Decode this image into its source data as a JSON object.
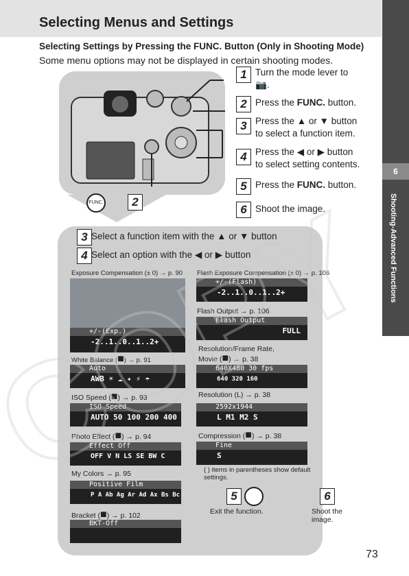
{
  "header": {
    "title": "Selecting Menus and Settings"
  },
  "sidebar": {
    "chapter_number": "6",
    "chapter_label": "Shooting-Advanced Functions"
  },
  "section": {
    "subtitle": "Selecting Settings by Pressing the FUNC. Button (Only in Shooting Mode)",
    "intro": "Some menu options may not be displayed in certain shooting modes."
  },
  "steps": [
    {
      "num": "1",
      "text": "Turn the mode lever to",
      "text2": "."
    },
    {
      "num": "2",
      "text": "Press the ",
      "bold": "FUNC.",
      "text2": " button."
    },
    {
      "num": "3",
      "text": "Press the ▲ or ▼ button",
      "text2": "to select a function item."
    },
    {
      "num": "4",
      "text": "Press the ◀ or ▶ button",
      "text2": "to select setting contents."
    },
    {
      "num": "5",
      "text": "Press the ",
      "bold": "FUNC.",
      "text2": " button."
    },
    {
      "num": "6",
      "text": "Shoot the image."
    }
  ],
  "func_badge": {
    "label": "FUNC.",
    "num": "2"
  },
  "panel": {
    "step3": {
      "num": "3",
      "text": "Select a function item with the ▲ or ▼ button"
    },
    "step4": {
      "num": "4",
      "text": "Select an option with the ◀ or ▶ button"
    },
    "items": [
      {
        "label": "Exposure Compensation (± 0) → p. 90",
        "screen_title": "+/-(Exp.)",
        "screen_value": "-2..1..0..1..2+"
      },
      {
        "label": "Flash Exposure Compensation (± 0) → p. 106",
        "screen_title": "+/-(Flash)",
        "screen_value": "-2..1..0..1..2+"
      },
      {
        "label": "Flash Output → p. 106",
        "screen_title": "Flash Output",
        "screen_value": "FULL"
      },
      {
        "label": "White Balance (",
        "label2": ") → p. 91",
        "screen_title": "Auto",
        "screen_value": "AWB ☀ ☁ ✦ ⚡ ☂"
      },
      {
        "label": "Resolution/Frame Rate,",
        "label2": "Movie (",
        "label3": ") → p. 38",
        "screen_title": "640X480 30 fps",
        "screen_value": "640 320 160"
      },
      {
        "label": "ISO Speed (",
        "label2": ") → p. 93",
        "screen_title": "ISO Speed",
        "screen_value": "AUTO 50 100 200 400"
      },
      {
        "label": "Resolution (L) → p. 38",
        "screen_title": "2592x1944",
        "screen_value": "L M1 M2 S"
      },
      {
        "label": "Photo Effect (",
        "label2": ") → p. 94",
        "screen_title": "Effect Off",
        "screen_value": "OFF V N LS SE BW C"
      },
      {
        "label": "Compression (",
        "label2": ") → p. 38",
        "screen_title": "Fine",
        "screen_value": "S"
      },
      {
        "label": "My Colors → p. 95",
        "screen_title": "Positive Film",
        "screen_value": "P A Ab Ag Ar Ad Ax Bs Bc"
      },
      {
        "label": "Bracket (",
        "label2": ") → p. 102",
        "screen_title": "BKT-Off",
        "screen_value": ""
      }
    ],
    "note": "(    ) items in parentheses show default settings."
  },
  "bottom": {
    "exit_num": "5",
    "exit_label": "Exit the function.",
    "shoot_num": "6",
    "shoot_label": "Shoot the image."
  },
  "page_number": "73",
  "watermark": "COPY"
}
